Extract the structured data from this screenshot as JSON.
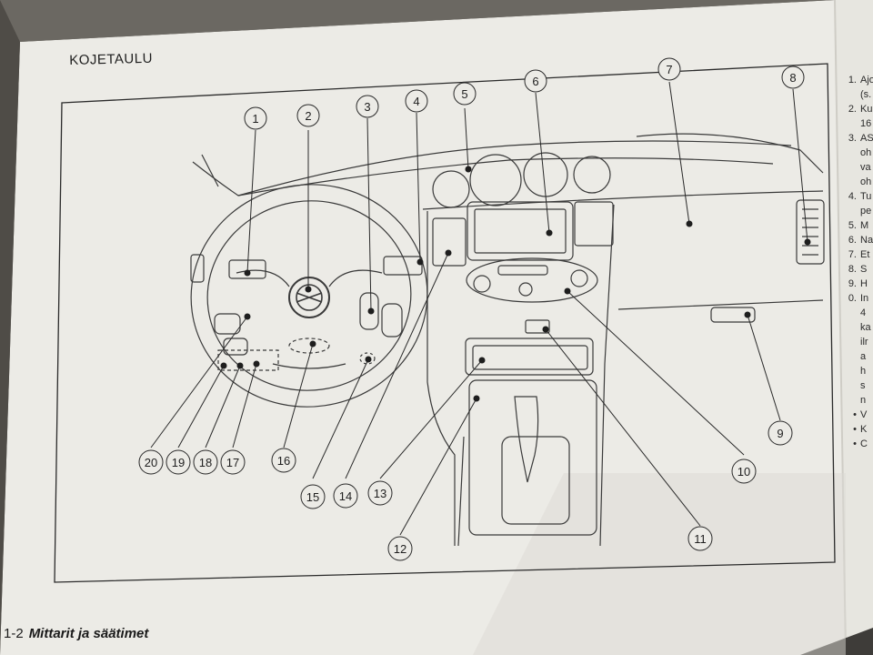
{
  "page": {
    "heading": "KOJETAULU",
    "footer_page": "1-2",
    "footer_title": "Mittarit ja säätimet"
  },
  "callouts": [
    "1",
    "2",
    "3",
    "4",
    "5",
    "6",
    "7",
    "8",
    "9",
    "10",
    "11",
    "12",
    "13",
    "14",
    "15",
    "16",
    "17",
    "18",
    "19",
    "20"
  ],
  "side_list": [
    {
      "n": "1.",
      "t": "Ajo"
    },
    {
      "n": "",
      "t": "(s."
    },
    {
      "n": "2.",
      "t": "Ku"
    },
    {
      "n": "",
      "t": "16"
    },
    {
      "n": "3.",
      "t": "AS"
    },
    {
      "n": "",
      "t": "oh"
    },
    {
      "n": "",
      "t": "va"
    },
    {
      "n": "",
      "t": "oh"
    },
    {
      "n": "4.",
      "t": "Tu"
    },
    {
      "n": "",
      "t": "pe"
    },
    {
      "n": "5.",
      "t": "M"
    },
    {
      "n": "6.",
      "t": "Na"
    },
    {
      "n": "7.",
      "t": "Et"
    },
    {
      "n": "8.",
      "t": "S"
    },
    {
      "n": "9.",
      "t": "H"
    },
    {
      "n": "0.",
      "t": "In"
    },
    {
      "n": "",
      "t": "4"
    },
    {
      "n": "",
      "t": "ka"
    },
    {
      "n": "",
      "t": "ilr"
    },
    {
      "n": "",
      "t": "a"
    },
    {
      "n": "",
      "t": "h"
    },
    {
      "n": "",
      "t": "s"
    },
    {
      "n": "",
      "t": "n"
    },
    {
      "n": "•",
      "t": "V"
    },
    {
      "n": "•",
      "t": "K"
    },
    {
      "n": "•",
      "t": "C"
    }
  ]
}
